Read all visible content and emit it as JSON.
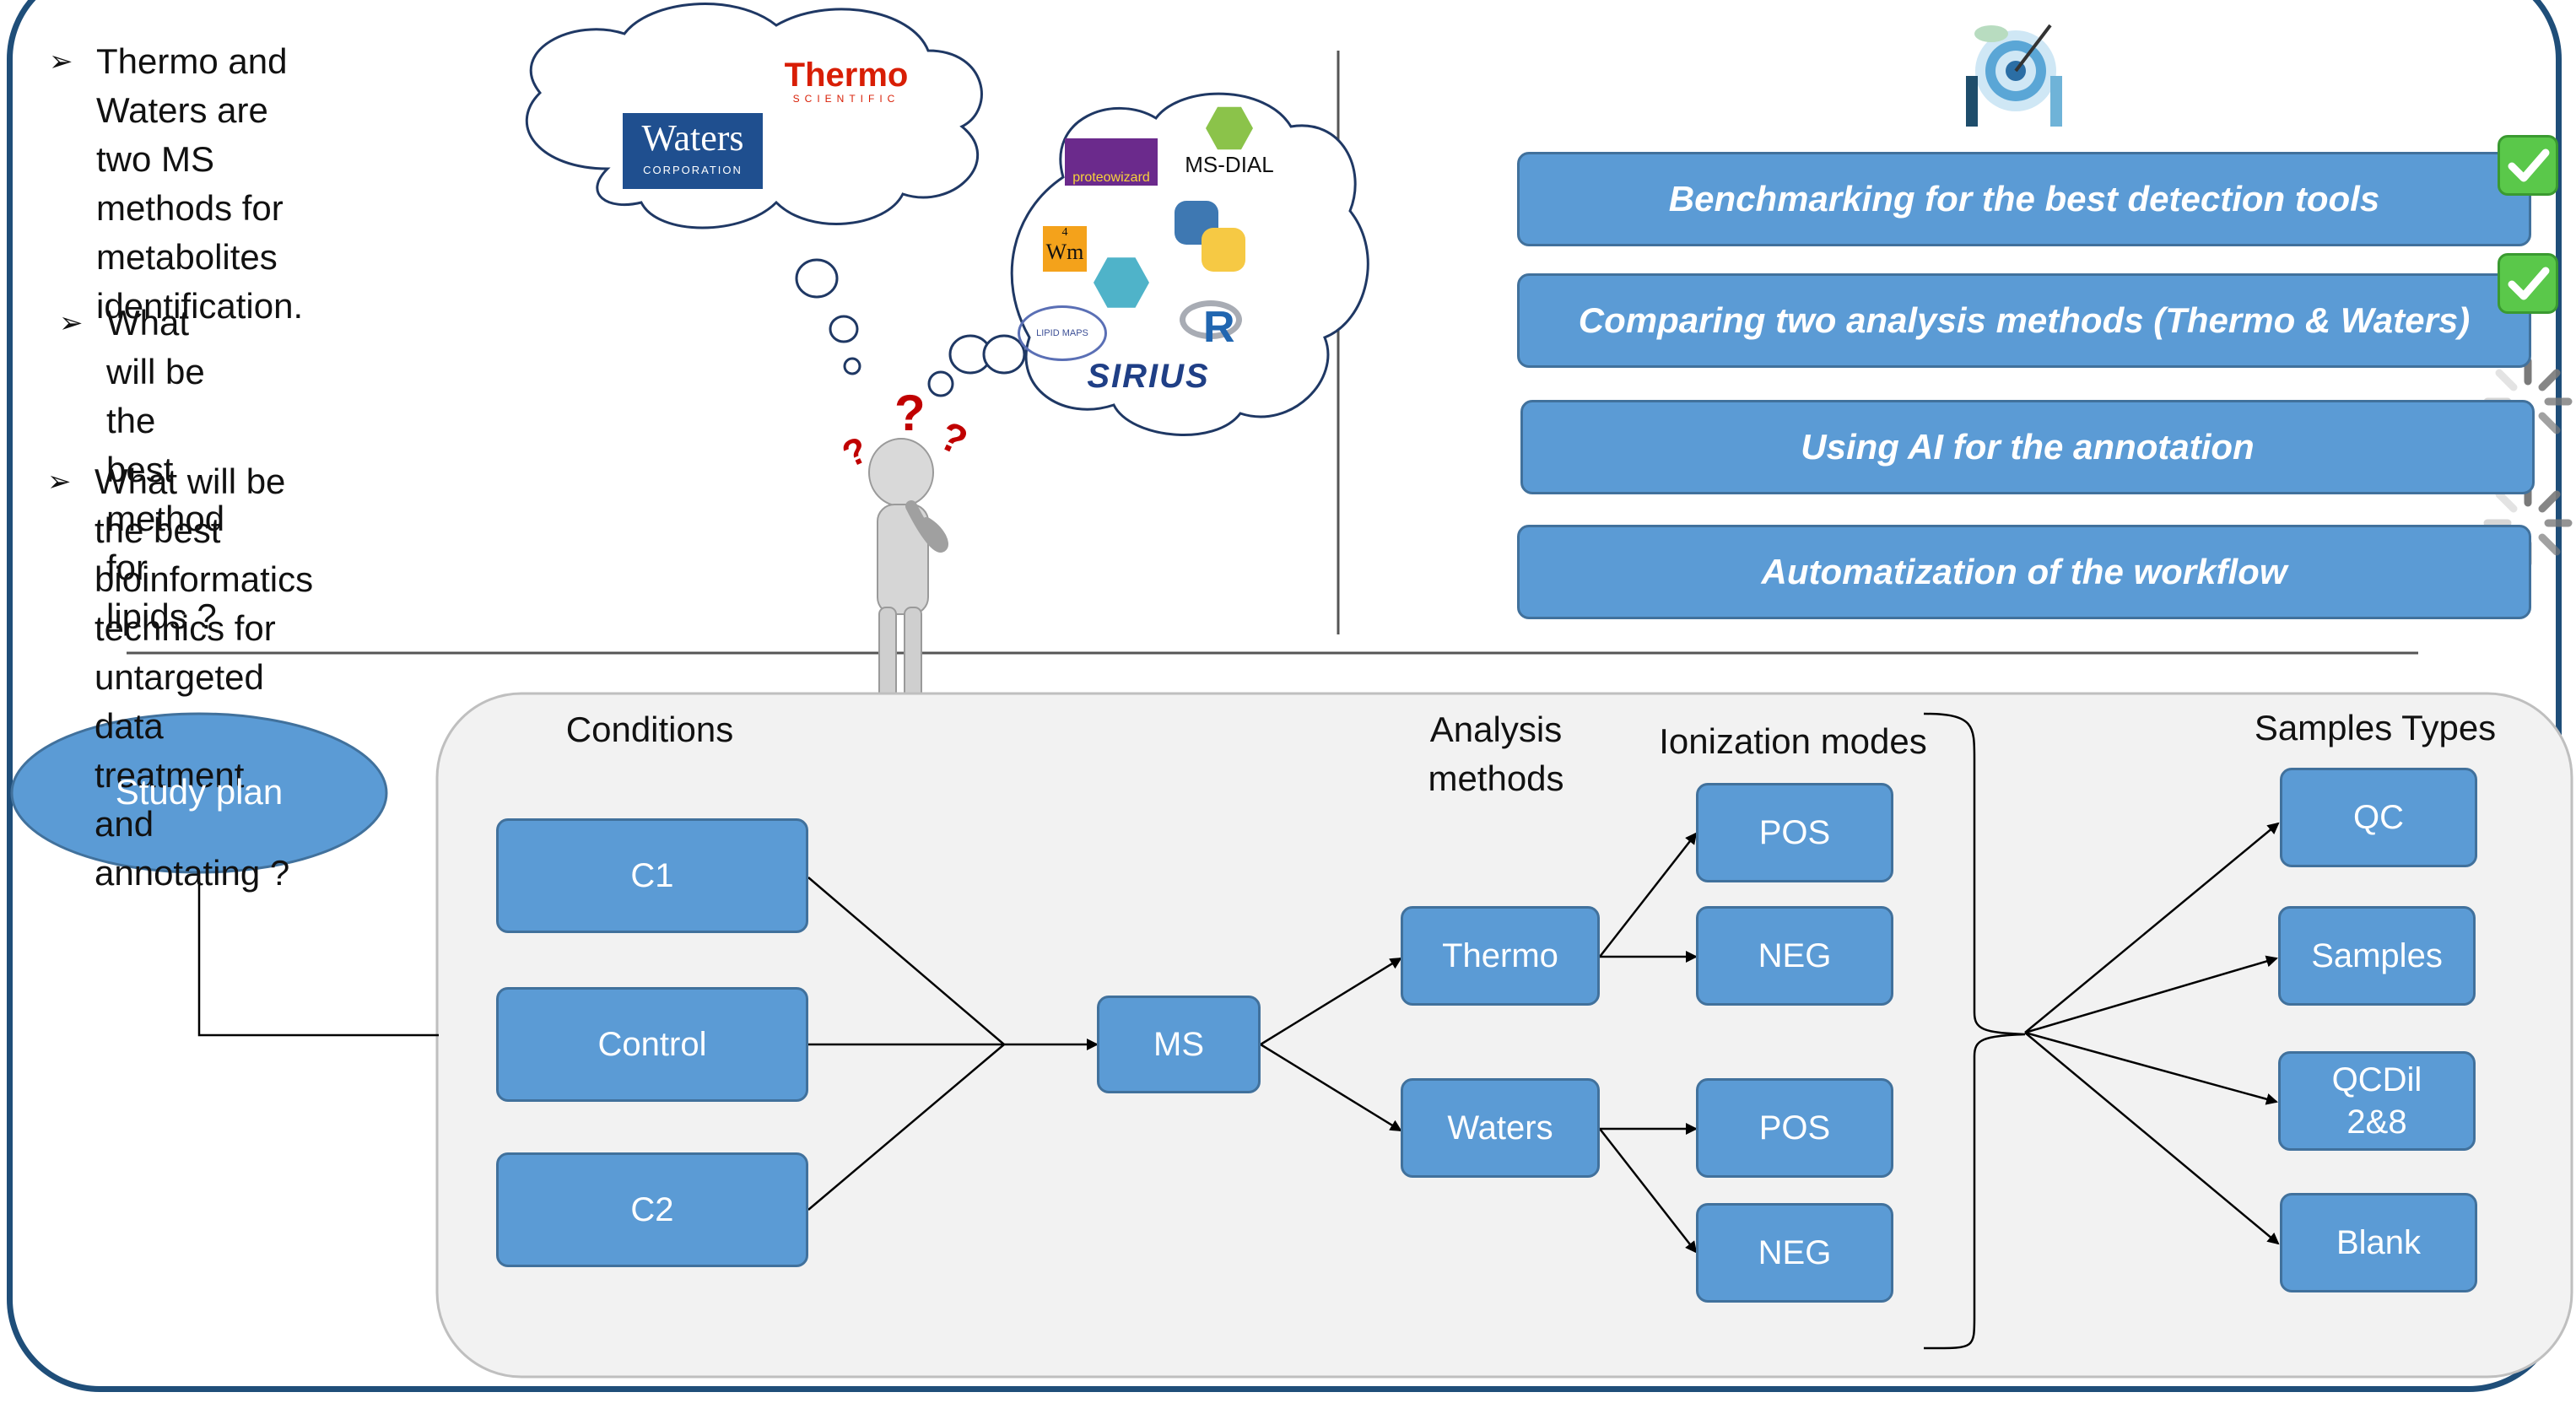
{
  "questions": [
    {
      "lines": [
        "Thermo and Waters are",
        "two MS methods for",
        "metabolites",
        "identification."
      ]
    },
    {
      "lines": [
        "What will be the best method for",
        "lipids ?"
      ]
    },
    {
      "lines": [
        "What will be the best bioinformatics",
        "technics for untargeted data treatment",
        "and annotating ?"
      ]
    }
  ],
  "thought_logos": {
    "thermo": "Thermo",
    "thermo_sub": "SCIENTIFIC",
    "waters": "Waters",
    "waters_sub": "CORPORATION",
    "proteowizard": "proteowizard",
    "msdial": "MS-DIAL",
    "wm": "Wm",
    "wm_sup": "4",
    "lipidmaps": "LIPID MAPS",
    "r": "R",
    "sirius": "SIRIUS"
  },
  "goals": [
    {
      "label": "Benchmarking for the best detection tools",
      "status": "done"
    },
    {
      "label": "Comparing two analysis methods (Thermo & Waters)",
      "status": "done"
    },
    {
      "label": "Using AI for the annotation",
      "status": "in-progress"
    },
    {
      "label": "Automatization of the workflow",
      "status": "in-progress"
    }
  ],
  "workflow": {
    "study_plan": "Study plan",
    "conditions_header": "Conditions",
    "conditions": [
      "C1",
      "Control",
      "C2"
    ],
    "ms": "MS",
    "methods_header": [
      "Analysis",
      "methods"
    ],
    "methods": [
      "Thermo",
      "Waters"
    ],
    "ionization_header": "Ionization modes",
    "ionization": [
      "POS",
      "NEG",
      "POS",
      "NEG"
    ],
    "samples_header": "Samples Types",
    "samples": [
      [
        "QC"
      ],
      [
        "Samples"
      ],
      [
        "QCDil",
        "2&8"
      ],
      [
        "Blank"
      ]
    ]
  },
  "colors": {
    "node_fill": "#5b9bd5",
    "node_border": "#41719c",
    "frame": "#1f4e79",
    "panel": "#f2f2f2",
    "check": "#5ac84a"
  }
}
